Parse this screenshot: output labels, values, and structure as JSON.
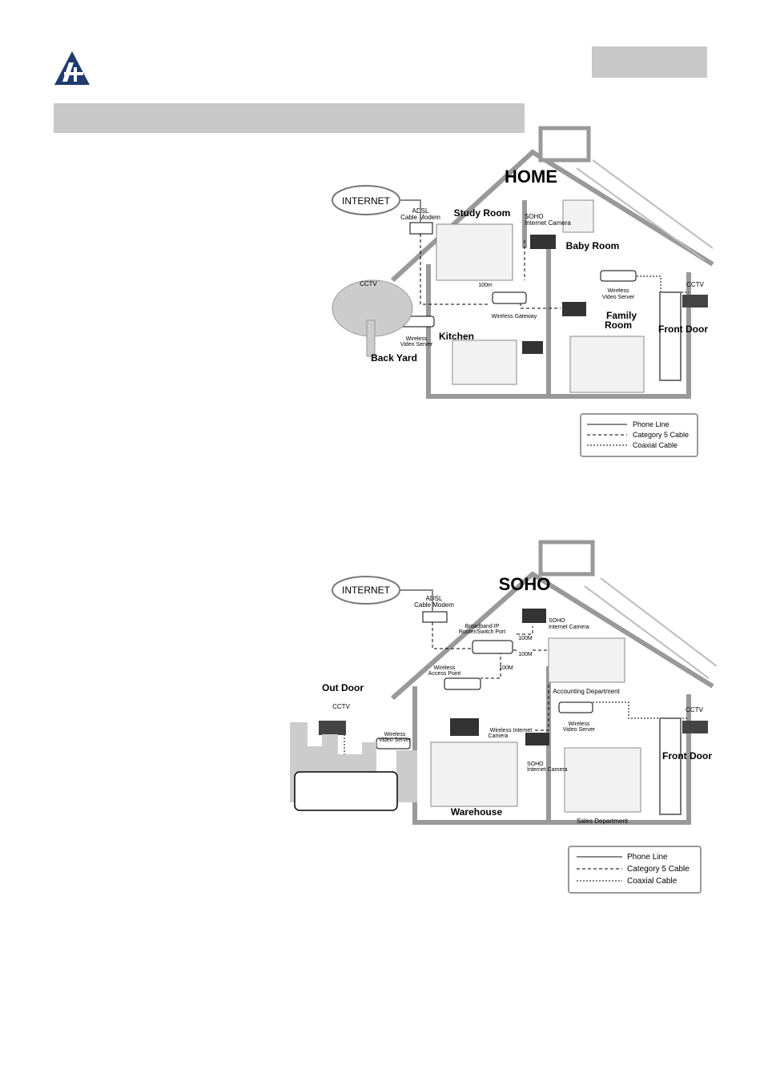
{
  "home": {
    "title": "HOME",
    "labels": {
      "internet": "INTERNET",
      "adsl_line1": "ADSL",
      "adsl_line2": "Cable Modem",
      "study_room": "Study Room",
      "soho_cam_line1": "SOHO",
      "soho_cam_line2": "Internet Camera",
      "baby_room": "Baby Room",
      "cctv_left": "CCTV",
      "speed": "100m",
      "wvs_right_line1": "Wireless",
      "wvs_right_line2": "Video Server",
      "wireless_gateway": "Wireless Gateway",
      "family_line1": "Family",
      "family_line2": "Room",
      "cctv_right": "CCTV",
      "front_door": "Front Door",
      "wvs_left_line1": "Wireless",
      "wvs_left_line2": "Video Server",
      "kitchen": "Kitchen",
      "back_yard": "Back Yard"
    },
    "legend": {
      "phone": "Phone Line",
      "cat5": "Category 5 Cable",
      "coax": "Coaxial Cable"
    }
  },
  "soho": {
    "title": "SOHO",
    "labels": {
      "internet": "INTERNET",
      "adsl_line1": "ADSL",
      "adsl_line2": "Cable Modem",
      "router_line1": "Broadband IP",
      "router_line2": "Router/Switch Port",
      "speed_a": "100M",
      "speed_b": "100M",
      "speed_c": "100M",
      "soho_cam_top_line1": "SOHO",
      "soho_cam_top_line2": "Internet Camera",
      "ap_line1": "Wireless",
      "ap_line2": "Access Point",
      "accounting": "Accounting Department",
      "out_door": "Out Door",
      "cctv_left": "CCTV",
      "wvs_right_line1": "Wireless",
      "wvs_right_line2": "Video Server",
      "wic_line1": "Wireless Internet",
      "wic_line2": "Camera",
      "cctv_right": "CCTV",
      "front_door": "Front Door",
      "wvs_left_line1": "Wireless",
      "wvs_left_line2": "Video Server",
      "soho_cam_bottom_line1": "SOHO",
      "soho_cam_bottom_line2": "Internet Camera",
      "warehouse": "Warehouse",
      "sales": "Sales Department"
    },
    "legend": {
      "phone": "Phone Line",
      "cat5": "Category 5 Cable",
      "coax": "Coaxial Cable"
    }
  }
}
